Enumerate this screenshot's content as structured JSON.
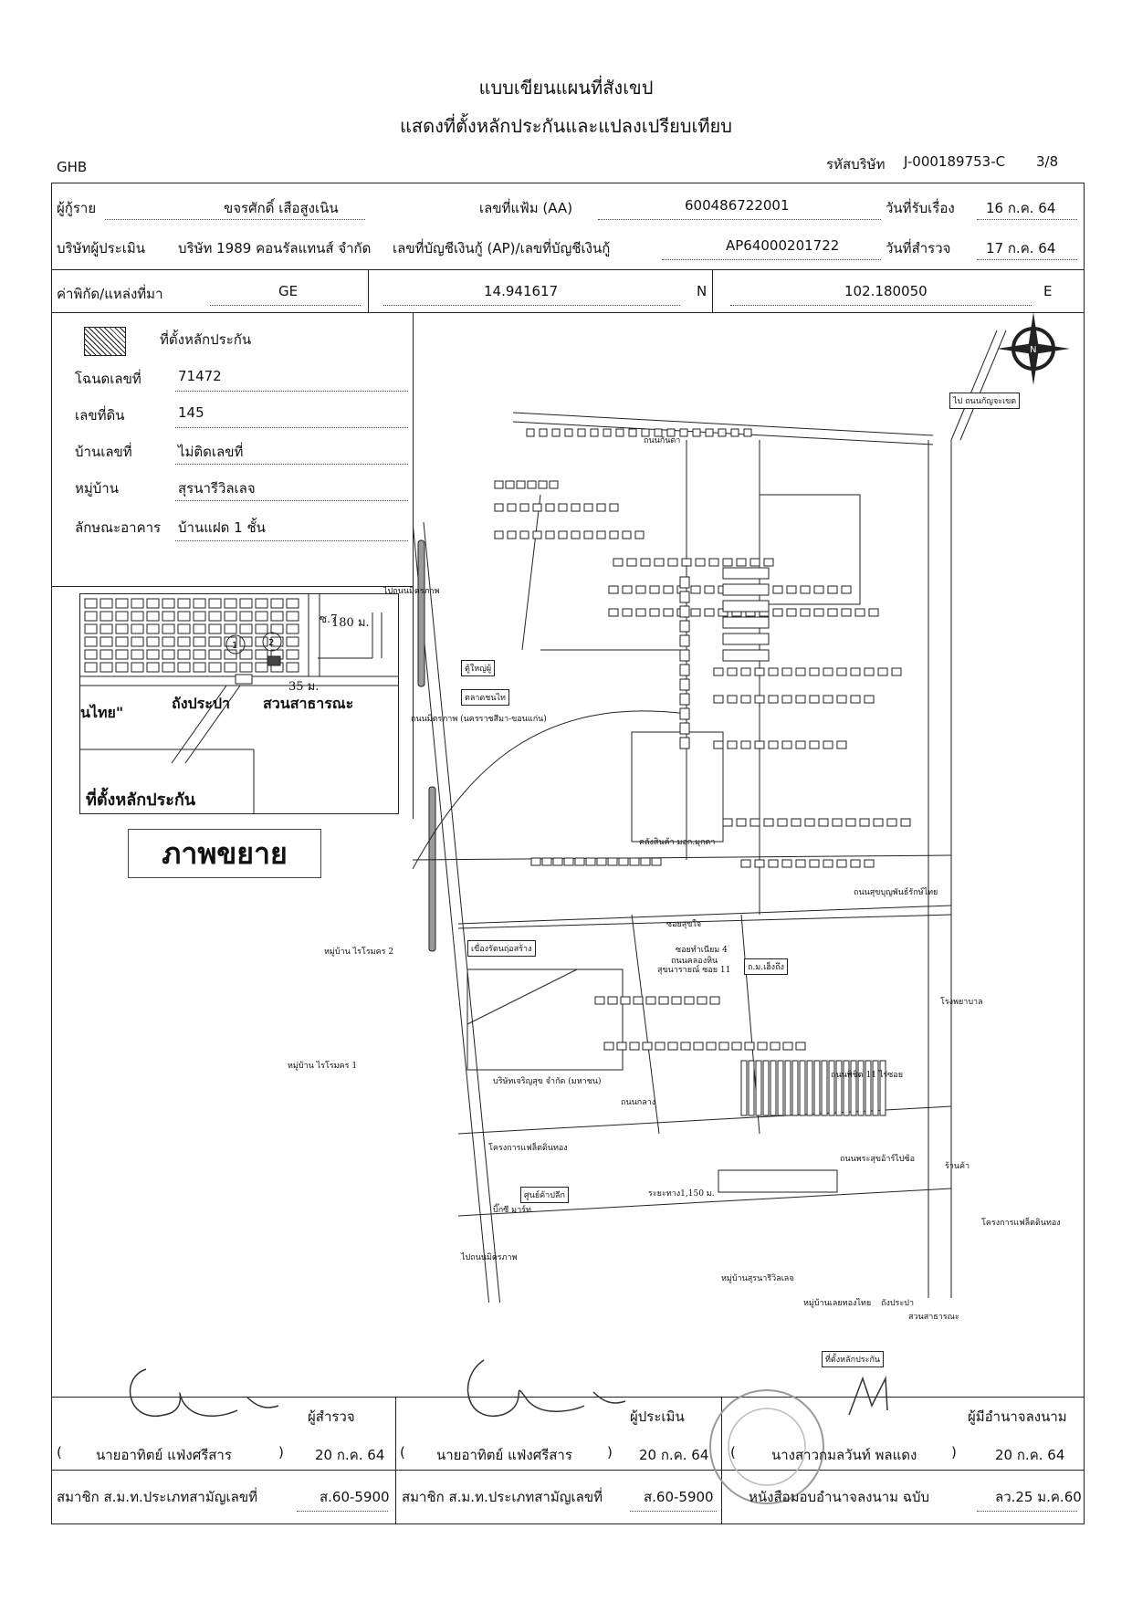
{
  "header": {
    "title": "แบบเขียนแผนที่สังเขป",
    "subtitle": "แสดงที่ตั้งหลักประกันและแปลงเปรียบเทียบ",
    "org": "GHB",
    "company_code_label": "รหัสบริษัท",
    "company_code": "J-000189753-C",
    "page": "3/8"
  },
  "info": {
    "borrower_label": "ผู้กู้ราย",
    "borrower": "ขจรศักดิ์ เสือสูงเนิน",
    "file_no_label": "เลขที่แฟ้ม (AA)",
    "file_no": "600486722001",
    "received_label": "วันที่รับเรื่อง",
    "received": "16 ก.ค. 64",
    "appraiser_label": "บริษัทผู้ประเมิน",
    "appraiser": "บริษัท 1989 คอนรัลแทนส์ จำกัด",
    "account_label": "เลขที่บัญชีเงินกู้ (AP)/เลขที่บัญชีเงินกู้",
    "account": "AP64000201722",
    "survey_label": "วันที่สำรวจ",
    "survey": "17 ก.ค. 64",
    "coord_label": "ค่าพิกัด/แหล่งที่มา",
    "coord_source": "GE",
    "lat": "14.941617",
    "lat_dir": "N",
    "lon": "102.180050",
    "lon_dir": "E"
  },
  "property": {
    "legend_label": "ที่ตั้งหลักประกัน",
    "deed_label": "โฉนดเลขที่",
    "deed": "71472",
    "land_label": "เลขที่ดิน",
    "land": "145",
    "house_label": "บ้านเลขที่",
    "house": "ไม่ติดเลขที่",
    "village_label": "หมู่บ้าน",
    "village": "สุรนารีวิลเลจ",
    "building_label": "ลักษณะอาคาร",
    "building": "บ้านแฝด 1 ชั้น"
  },
  "inset": {
    "dist": "180 ม.",
    "road": "ซ.7",
    "dist2": "35 ม.",
    "park": "สวนสาธารณะ",
    "tank": "ถังประปา",
    "village_part": "นไทย\"",
    "collateral": "ที่ตั้งหลักประกัน",
    "zoom_label": "ภาพขยาย"
  },
  "map": {
    "labels": [
      "ถนนกันตา",
      "ไป ถนนกัญจะเขต",
      "ตู้ใหญ่ผู้",
      "ตลาดชนไท",
      "คลังสินค้า มอก.มุกดา",
      "ถนนสุขบุญพันธ์รักษ์ไทย",
      "เขื่องรัตนฤ่อสร้าง",
      "ซอยสุขใจ",
      "ซอยทำเนียม 4",
      "สุขนารายณ์ ซอย 11",
      "ถ.ม.เฮ็งถึง",
      "หมู่บ้าน ไรโรมคร 2",
      "หมู่บ้าน ไรโรมคร 1",
      "บริษัทเจริญสุข จำกัด (มหาชน)",
      "โครงการแฟล็ตดินทอง",
      "ถนนพระสุขอ้าร์ไปซ้อ",
      "ร้านค้า",
      "ระยะทาง1,150 ม.",
      "บิ๊กซี มาร์ท",
      "ศูนย์ค้าปลีก",
      "โครงการแฟล็ตดินทอง",
      "หมู่บ้านสุรนารีวิลเลจ",
      "หมู่บ้านเลยทองไทย",
      "ถังประปา",
      "สวนสาธารณะ",
      "ไปถนนมิตรภาพ",
      "ไปถนนมิตรภาพ",
      "ถนนกลาง",
      "ถนนคลองหิน",
      "ถนนมิตรภาพ (นครราชสีมา-ขอนแก่น)",
      "ถนนพิชิต 11 ไร่ซอย",
      "ที่ตั้งหลักประกัน",
      "โรงพยาบาล"
    ]
  },
  "signatures": {
    "surveyor_role": "ผู้สำรวจ",
    "surveyor_name": "นายอาทิตย์ แฟ่งศรีสาร",
    "surveyor_date": "20 ก.ค. 64",
    "member_label": "สมาชิก ส.ม.ท.ประเภทสามัญเลขที่",
    "surveyor_member": "ส.60-5900",
    "appraiser_role": "ผู้ประเมิน",
    "appraiser_name": "นายอาทิตย์ แฟ่งศรีสาร",
    "appraiser_date": "20 ก.ค. 64",
    "appraiser_member": "ส.60-5900",
    "signer_role": "ผู้มีอำนาจลงนาม",
    "signer_name": "นางสาวกมลวันท์ พลแดง",
    "signer_date": "20 ก.ค. 64",
    "poa_label": "หนังสือมอบอำนาจลงนาม ฉบับ",
    "poa": "ลว.25 ม.ค.60"
  }
}
